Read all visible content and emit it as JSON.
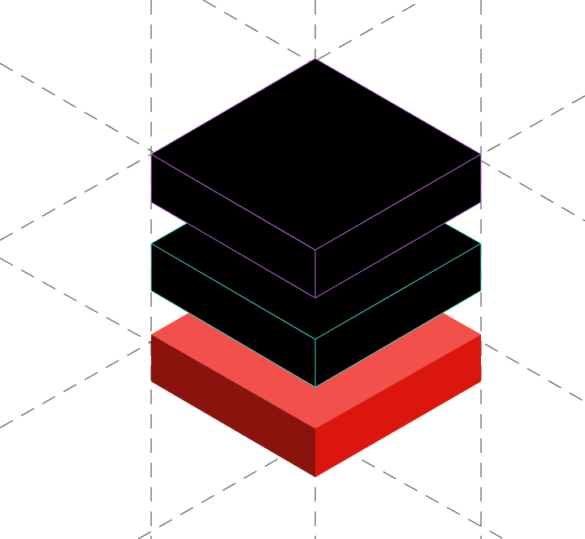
{
  "diagram": {
    "kind": "isometric-layer-stack",
    "layer_order_top_to_bottom": [
      "top-layer",
      "middle-layer",
      "bottom-layer"
    ],
    "layers": [
      {
        "id": "bottom-layer",
        "top_face_color": "#F2514B",
        "left_face_color": "#8A130E",
        "right_face_color": "#DB160D",
        "edge_color": ""
      },
      {
        "id": "middle-layer",
        "top_face_color": "#000000",
        "left_face_color": "#000000",
        "right_face_color": "#000000",
        "edge_color": "#3FD9D2"
      },
      {
        "id": "top-layer",
        "top_face_color": "#000000",
        "left_face_color": "#000000",
        "right_face_color": "#000000",
        "edge_color": "#C46BE6"
      }
    ],
    "guide_lines": {
      "style": "dashed",
      "color": "#555555"
    }
  }
}
